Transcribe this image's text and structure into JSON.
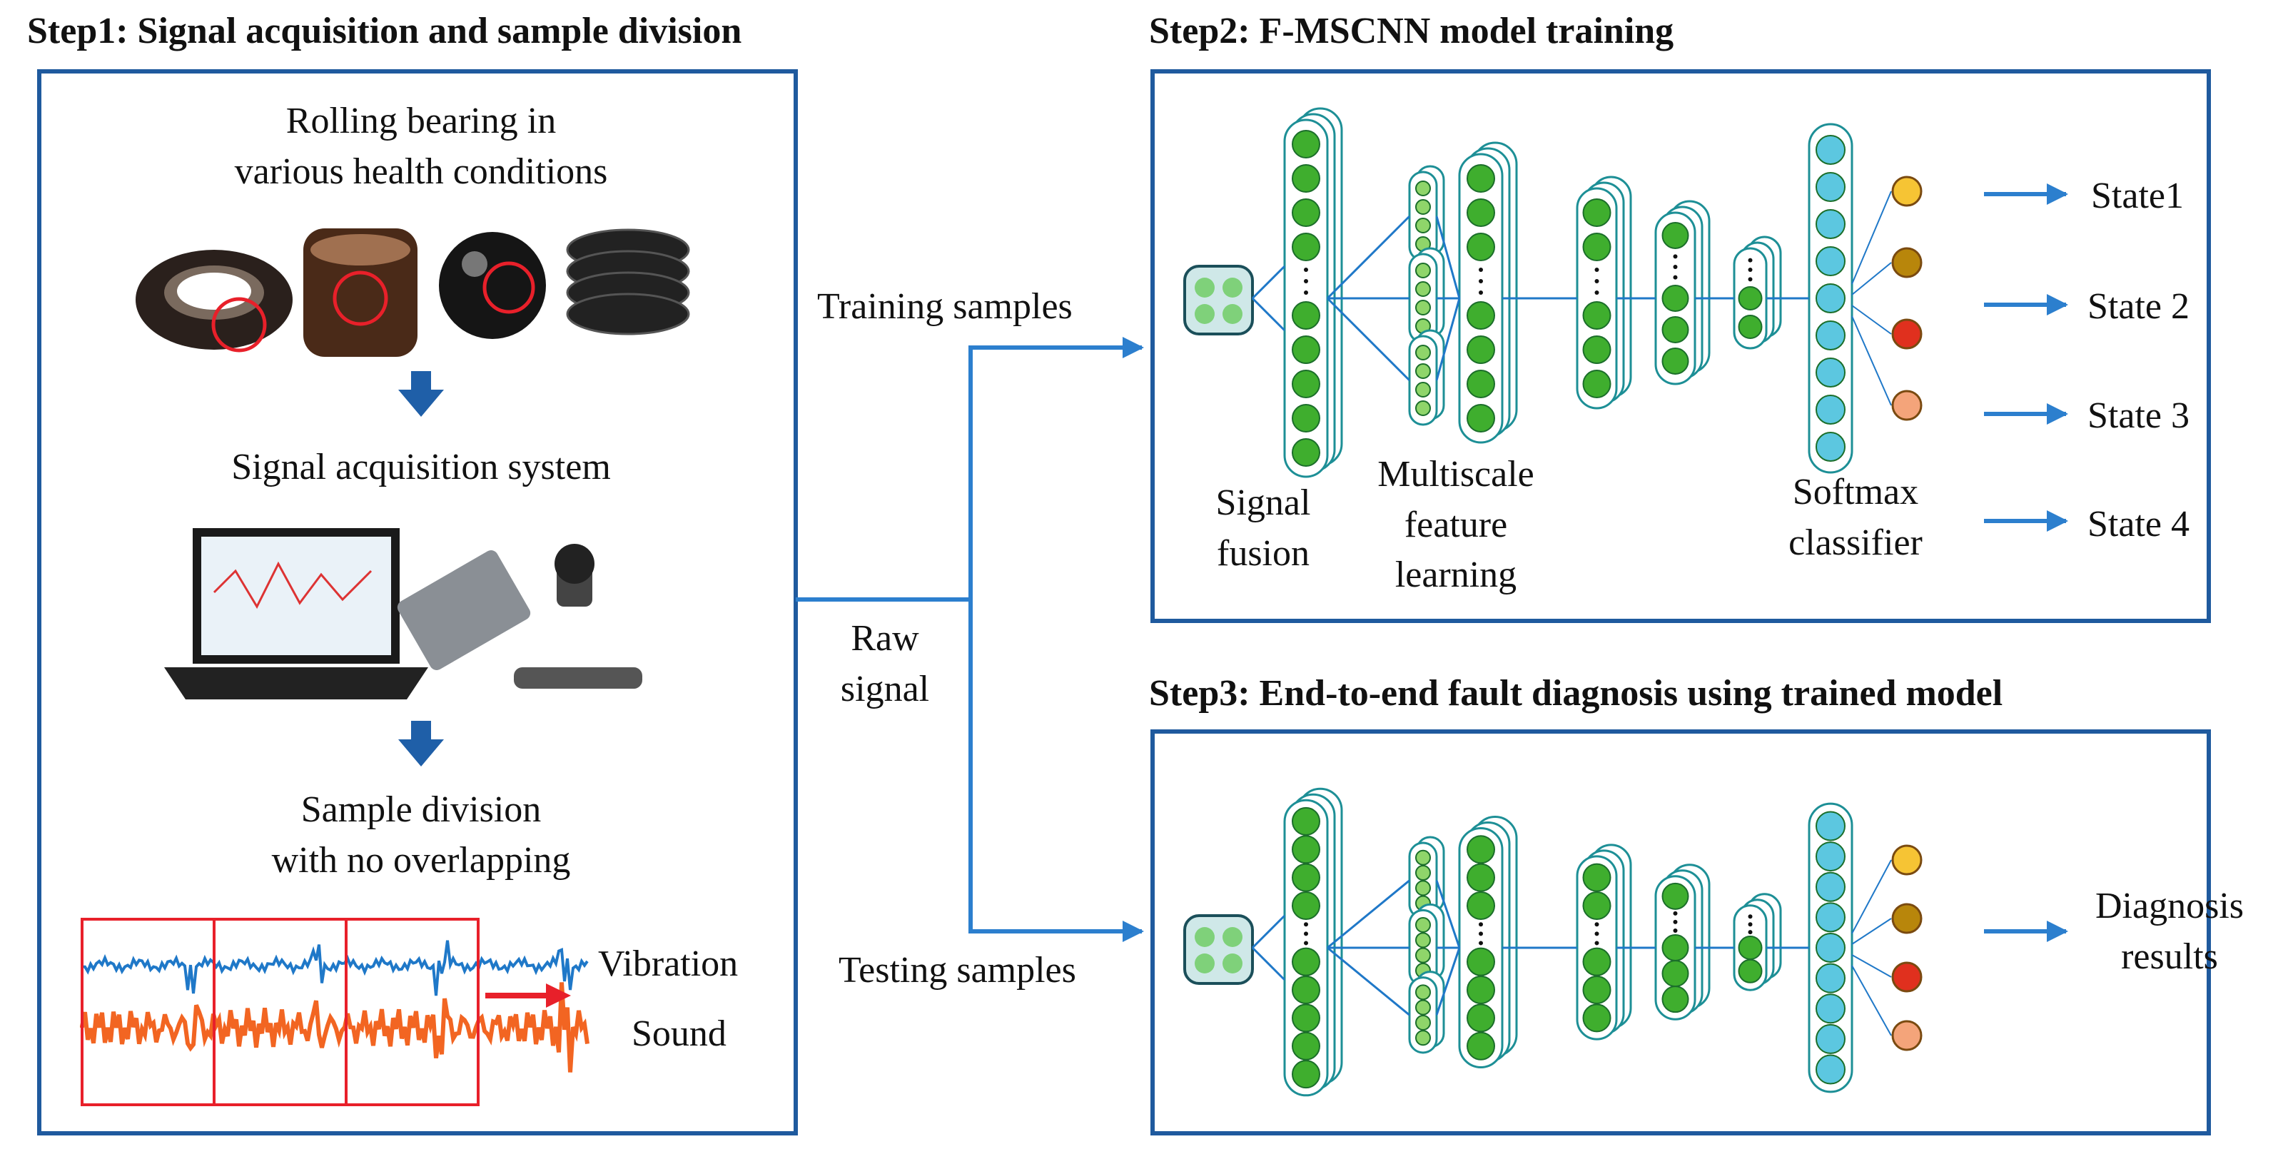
{
  "step1": {
    "title": "Step1: Signal acquisition and sample division",
    "bearing_line1": "Rolling bearing in",
    "bearing_line2": "various health conditions",
    "acq_label": "Signal acquisition system",
    "division_line1": "Sample division",
    "division_line2": "with no overlapping",
    "vibration_label": "Vibration",
    "sound_label": "Sound",
    "colors": {
      "vibration": "#1f78c8",
      "sound": "#f26522",
      "window": "#e8202a"
    }
  },
  "flow": {
    "raw_line1": "Raw",
    "raw_line2": "signal",
    "training": "Training samples",
    "testing": "Testing samples",
    "arrow_color": "#2c7fce"
  },
  "step2": {
    "title": "Step2: F-MSCNN model training",
    "fusion_line1": "Signal",
    "fusion_line2": "fusion",
    "msfl_line1": "Multiscale",
    "msfl_line2": "feature",
    "msfl_line3": "learning",
    "softmax_line1": "Softmax",
    "softmax_line2": "classifier",
    "states": [
      "State1",
      "State 2",
      "State 3",
      "State 4"
    ]
  },
  "step3": {
    "title": "Step3: End-to-end fault diagnosis using trained model",
    "result_line1": "Diagnosis",
    "result_line2": "results"
  },
  "colors": {
    "frame": "#1f5a9e",
    "neuron_green": "#3fae2e",
    "neuron_cyan": "#5cc7e0",
    "layer_stroke": "#1d8f96",
    "output": [
      "#f6c434",
      "#b8860b",
      "#e0301e",
      "#f4a47a"
    ]
  }
}
